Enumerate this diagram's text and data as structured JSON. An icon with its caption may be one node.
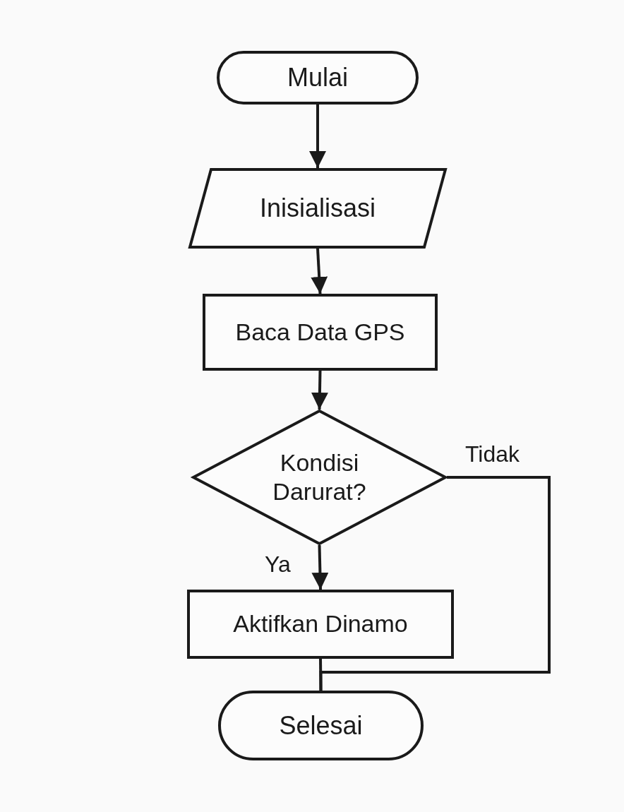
{
  "diagram": {
    "nodes": [
      {
        "text": [
          "Mulai"
        ]
      },
      {
        "text": [
          "Inisialisasi"
        ]
      },
      {
        "text": [
          "Baca Data GPS"
        ]
      },
      {
        "text": [
          "Kondisi Darurat?"
        ]
      },
      {
        "text": [
          "Aktifkan Dinamo"
        ]
      },
      {
        "text": [
          "Selesai"
        ]
      }
    ],
    "edges": [
      {
        "from": 0,
        "to": 1,
        "arrow": "to"
      },
      {
        "from": 1,
        "to": 2,
        "arrow": "to"
      },
      {
        "from": 2,
        "to": 3,
        "arrow": "to"
      },
      {
        "from": 3,
        "to": 4,
        "arrow": "to",
        "label": "Ya"
      },
      {
        "from": 3,
        "to": 5,
        "arrow": "none",
        "label": "Tidak"
      },
      {
        "from": 4,
        "to": 5,
        "arrow": "none"
      }
    ]
  }
}
